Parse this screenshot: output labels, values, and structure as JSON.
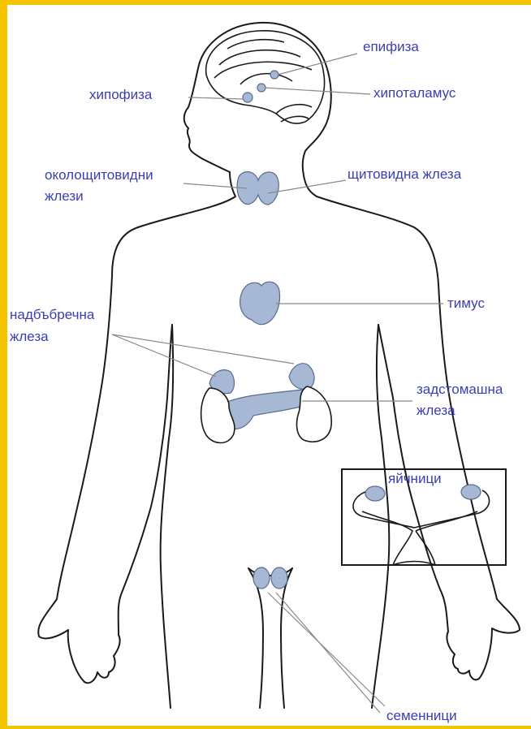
{
  "colors": {
    "border": "#f5c400",
    "label_text": "#3a3fb0",
    "gland_fill": "#a7b8d4",
    "outline": "#1a1a1a",
    "leader_line": "#888888"
  },
  "labels": {
    "pineal": "епифиза",
    "pituitary": "хипофиза",
    "hypothalamus": "хипоталамус",
    "parathyroid_1": "околощитовидни",
    "parathyroid_2": "жлези",
    "thyroid": "щитовидна жлеза",
    "thymus": "тимус",
    "adrenal_1": "надбъбречна",
    "adrenal_2": "жлеза",
    "pancreas_1": "задстомашна",
    "pancreas_2": "жлеза",
    "ovaries": "яйчници",
    "testes": "семенници"
  },
  "icons": {
    "body": "human-body-outline",
    "brain": "brain-icon",
    "inset": "female-reproductive-inset"
  }
}
